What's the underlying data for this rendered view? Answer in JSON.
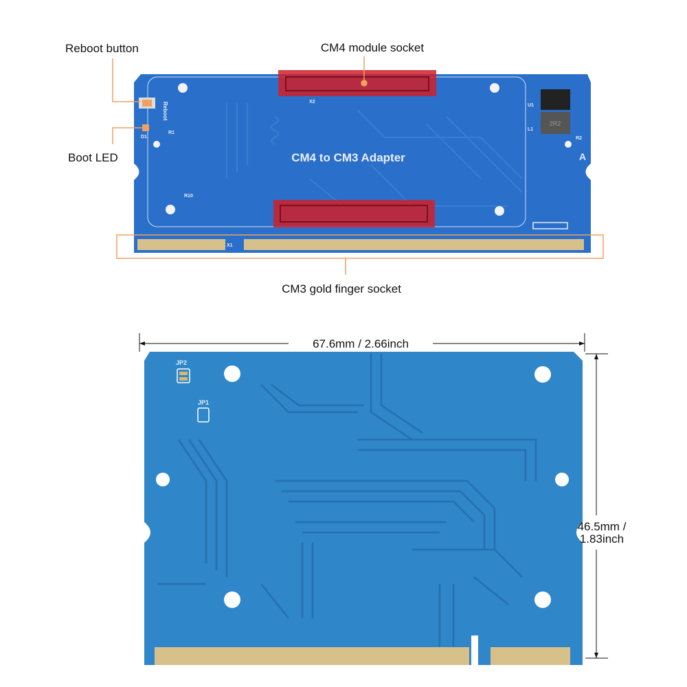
{
  "callouts": {
    "reboot_button": "Reboot button",
    "boot_led": "Boot LED",
    "cm4_socket": "CM4 module socket",
    "cm3_socket": "CM3 gold finger socket"
  },
  "board_top": {
    "title": "CM4 to CM3 Adapter",
    "silk_reboot": "Reboot",
    "silk_x1": "X1",
    "silk_x2": "X2",
    "silk_r1": "R1",
    "silk_d1": "D1",
    "silk_r10": "R10",
    "silk_r2": "R2",
    "silk_l1": "L1",
    "silk_u1": "U1",
    "silk_a": "A",
    "inductor": "2R2"
  },
  "board_bottom": {
    "jp1": "JP1",
    "jp2": "JP2"
  },
  "dimensions": {
    "width": "67.6mm / 2.66inch",
    "height_line1": "46.5mm /",
    "height_line2": "1.83inch"
  },
  "colors": {
    "pcb_top": "#2a6fc9",
    "pcb_bottom": "#2f86c8",
    "highlight": "#d0202a",
    "callout": "#f0a060",
    "gold": "#d8c08a"
  }
}
